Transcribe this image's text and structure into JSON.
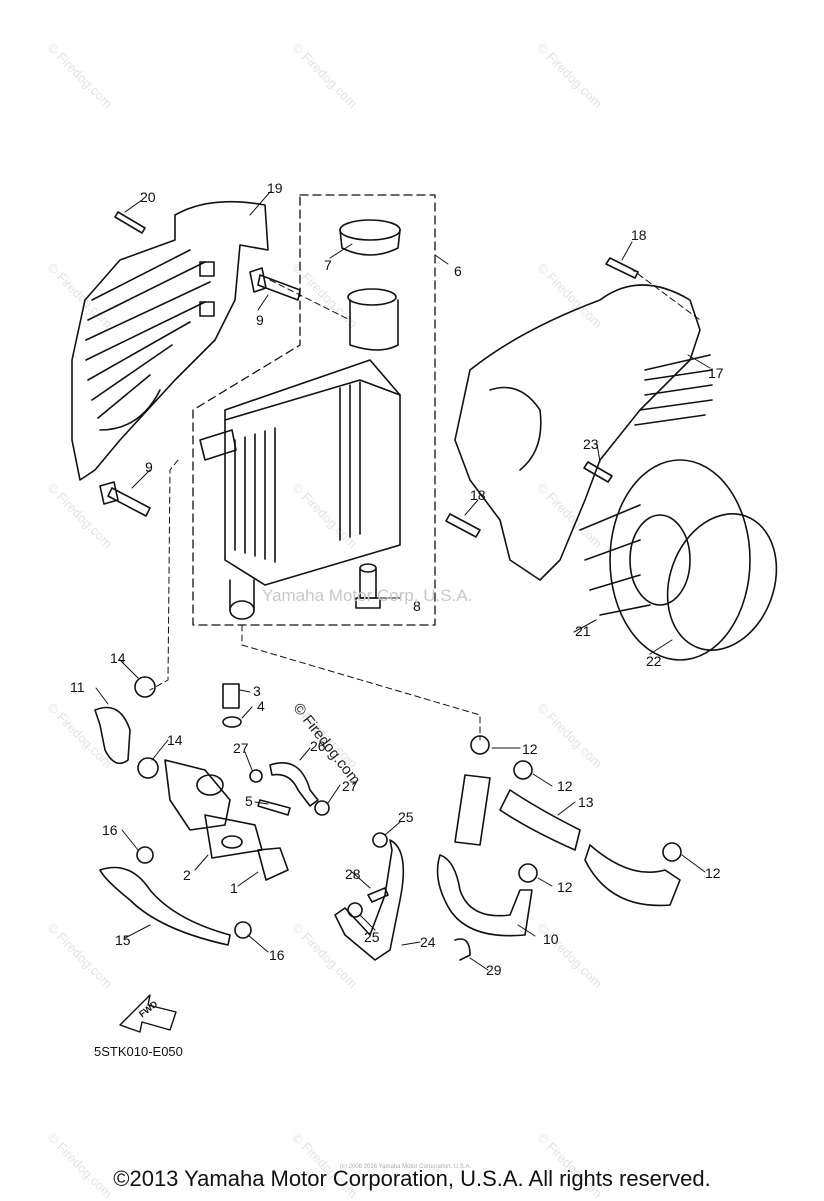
{
  "watermark": {
    "text": "Firedog.com",
    "symbol": "©",
    "color": "#e3e3e3"
  },
  "parts": [
    {
      "key": "p1",
      "label": "1"
    },
    {
      "key": "p2",
      "label": "2"
    },
    {
      "key": "p3",
      "label": "3"
    },
    {
      "key": "p4",
      "label": "4"
    },
    {
      "key": "p5",
      "label": "5"
    },
    {
      "key": "p6",
      "label": "6"
    },
    {
      "key": "p7",
      "label": "7"
    },
    {
      "key": "p8",
      "label": "8"
    },
    {
      "key": "p9a",
      "label": "9"
    },
    {
      "key": "p9b",
      "label": "9"
    },
    {
      "key": "p10",
      "label": "10"
    },
    {
      "key": "p11",
      "label": "11"
    },
    {
      "key": "p12a",
      "label": "12"
    },
    {
      "key": "p12b",
      "label": "12"
    },
    {
      "key": "p12c",
      "label": "12"
    },
    {
      "key": "p12d",
      "label": "12"
    },
    {
      "key": "p13",
      "label": "13"
    },
    {
      "key": "p14a",
      "label": "14"
    },
    {
      "key": "p14b",
      "label": "14"
    },
    {
      "key": "p15",
      "label": "15"
    },
    {
      "key": "p16a",
      "label": "16"
    },
    {
      "key": "p16b",
      "label": "16"
    },
    {
      "key": "p17",
      "label": "17"
    },
    {
      "key": "p18a",
      "label": "18"
    },
    {
      "key": "p18b",
      "label": "18"
    },
    {
      "key": "p19",
      "label": "19"
    },
    {
      "key": "p20",
      "label": "20"
    },
    {
      "key": "p21",
      "label": "21"
    },
    {
      "key": "p22",
      "label": "22"
    },
    {
      "key": "p23",
      "label": "23"
    },
    {
      "key": "p24",
      "label": "24"
    },
    {
      "key": "p25a",
      "label": "25"
    },
    {
      "key": "p25b",
      "label": "25"
    },
    {
      "key": "p26",
      "label": "26"
    },
    {
      "key": "p27a",
      "label": "27"
    },
    {
      "key": "p27b",
      "label": "27"
    },
    {
      "key": "p28",
      "label": "28"
    },
    {
      "key": "p29",
      "label": "29"
    }
  ],
  "fwd_label": "FWD",
  "diagram_code": "5STK010-E050",
  "center_watermark": "Yamaha Motor Corp, U.S.A.",
  "diagonal_watermark": "© Firedog.com",
  "tiny_copyright": "(c) 2006 2016 Yamaha Motor Corporation, U.S.A.",
  "copyright": "©2013 Yamaha Motor Corporation, U.S.A. All rights reserved."
}
